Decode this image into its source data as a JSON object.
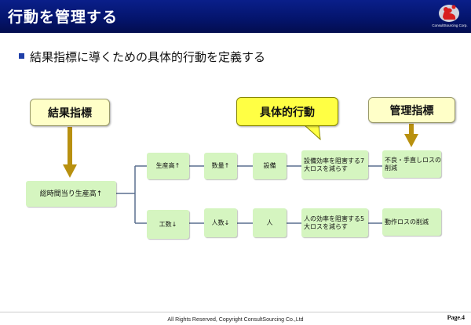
{
  "header": {
    "title": "行動を管理する",
    "logo_text": "ConsultSourcing Corp."
  },
  "bullet": "結果指標に導くための具体的行動を定義する",
  "callouts": {
    "result": "結果指標",
    "action": "具体的行動",
    "management": "管理指標"
  },
  "root_box": "総時間当り生産高↑",
  "row1": [
    "生産高↑",
    "数量↑",
    "設備",
    "設備効率を阻害する7大ロスを減らす",
    "不良・手直しロスの削減"
  ],
  "row2": [
    "工数↓",
    "人数↓",
    "人",
    "人の効率を阻害する5大ロスを減らす",
    "動作ロスの削減"
  ],
  "colors": {
    "header": "#04146b",
    "box": "#d5f5c0",
    "callout": "#ffffc8",
    "callout_highlight": "#ffff44",
    "arrow": "#b8900f"
  },
  "footer": {
    "copyright": "All Rights Reserved, Copyright  ConsultSourcing Co.,Ltd",
    "page": "Page.4"
  }
}
